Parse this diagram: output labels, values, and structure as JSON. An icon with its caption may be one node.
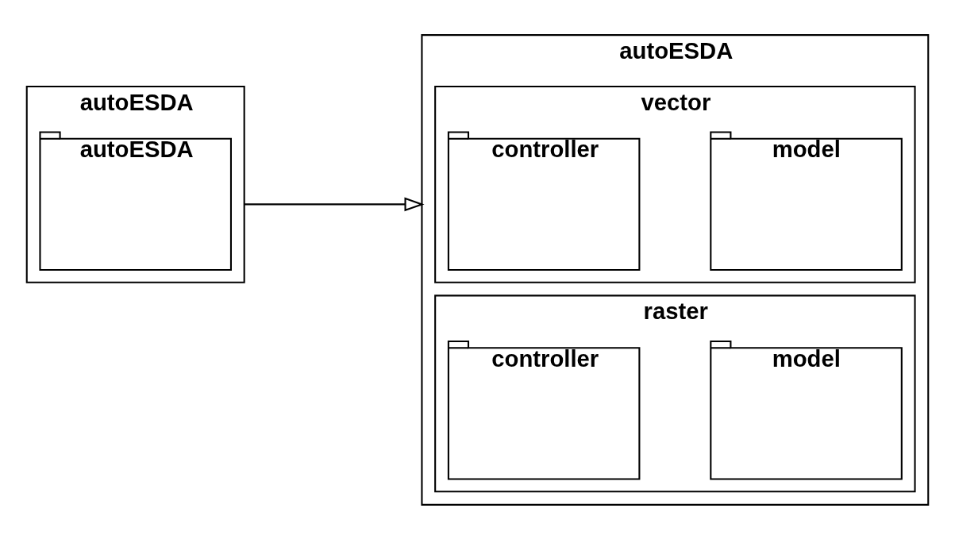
{
  "diagram": {
    "nodes": [
      {
        "text": [
          "autoESDA"
        ]
      },
      {
        "text": [
          "autoESDA"
        ],
        "in": 0
      },
      {
        "text": [
          "autoESDA"
        ]
      },
      {
        "text": [
          "vector"
        ],
        "in": 2
      },
      {
        "text": [
          "controller"
        ],
        "in": 3
      },
      {
        "text": [
          "model"
        ],
        "in": 3
      },
      {
        "text": [
          "raster"
        ],
        "in": 2
      },
      {
        "text": [
          "controller"
        ],
        "in": 6
      },
      {
        "text": [
          "model"
        ],
        "in": 6
      }
    ],
    "edges": [
      {
        "from": 0,
        "to": 2,
        "arrow": "to"
      }
    ]
  }
}
